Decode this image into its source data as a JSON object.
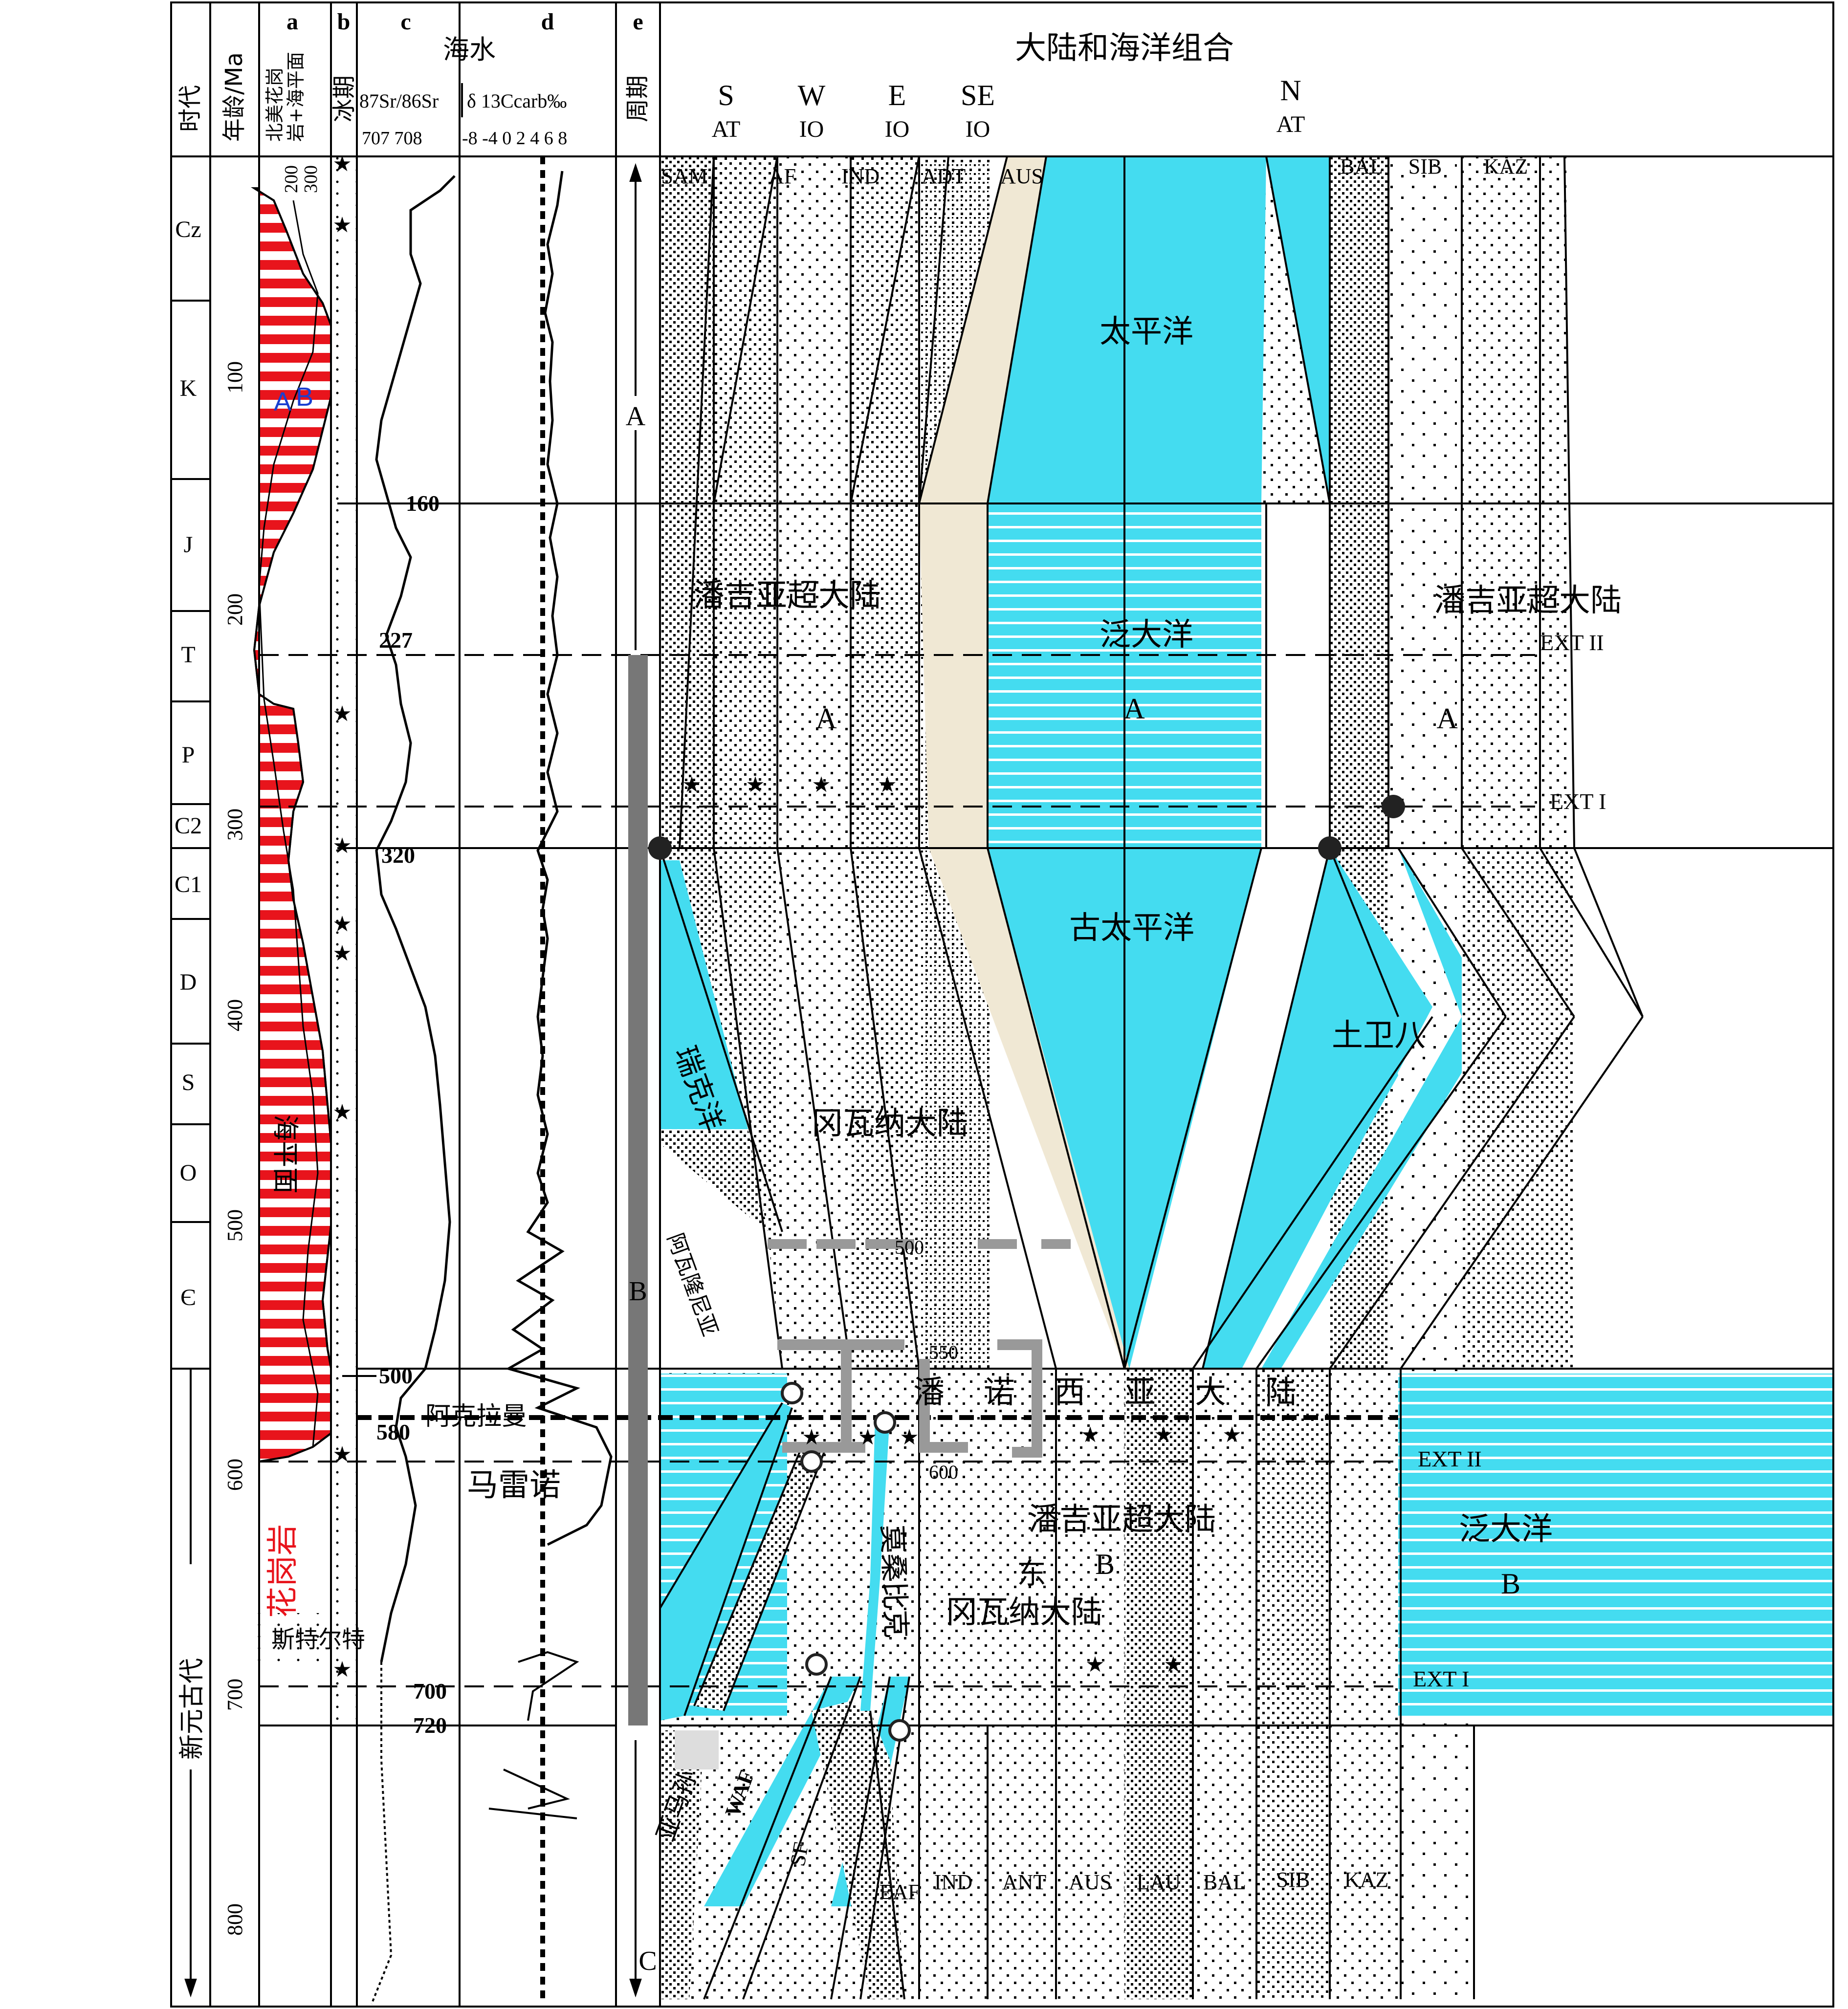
{
  "header": {
    "era": "时代",
    "age": "年龄/Ma",
    "col_a_letter": "a",
    "col_a_label1": "北美花岗",
    "col_a_label2": "岩+海平面",
    "col_b_letter": "b",
    "col_b_label": "冰期",
    "col_c_letter": "c",
    "col_d_letter": "d",
    "seawater": "海水",
    "sr_label": "87Sr/86Sr",
    "c13_label": "δ 13Ccarb‰",
    "sr_ticks": "707 708",
    "c13_ticks": "-8 -4 0 2 4 6 8",
    "col_e_letter": "e",
    "col_e_label": "周期",
    "assembly_title": "大陆和海洋组合",
    "directions": [
      {
        "dir": "S",
        "ocean": "AT"
      },
      {
        "dir": "W",
        "ocean": "IO"
      },
      {
        "dir": "E",
        "ocean": "IO"
      },
      {
        "dir": "SE",
        "ocean": "IO"
      },
      {
        "dir": "N",
        "ocean": "AT"
      }
    ],
    "scale_top": "200",
    "scale_bottom": "300"
  },
  "periods": [
    "Cz",
    "K",
    "J",
    "T",
    "P",
    "C2",
    "C1",
    "D",
    "S",
    "O",
    "Є"
  ],
  "neoproterozoic": "新元古代",
  "ages": [
    "100",
    "200",
    "300",
    "400",
    "500",
    "600",
    "700",
    "800"
  ],
  "sr_ages": [
    "160",
    "227",
    "320",
    "500",
    "580",
    "700",
    "720"
  ],
  "cycles": [
    "A",
    "B",
    "C"
  ],
  "top_labels": [
    "SAM",
    "AF",
    "IND",
    "ADT",
    "AUS",
    "BAL",
    "SIB",
    "KAZ"
  ],
  "bottom_labels": [
    "IND",
    "ANT",
    "AUS",
    "LAU",
    "BAL",
    "SIB",
    "KAZ"
  ],
  "regions": {
    "pacific": "太平洋",
    "panthalassa": "泛大洋",
    "pangea_left": "潘吉亚超大陆",
    "pangea_right": "潘吉亚超大陆",
    "paleo_pacific": "古太平洋",
    "tuwaiba": "土卫八",
    "rheic": "瑞克洋",
    "gondwana": "冈瓦纳大陆",
    "avalonia": "阿瓦隆尼亚",
    "pannotia": "潘诺西亚大陆",
    "pannotia_super": "潘吉亚超大陆",
    "east": "东",
    "east_gondwana": "冈瓦纳大陆",
    "mozambique": "莫桑比克",
    "panthalassa_b": "泛大洋",
    "letter_a_left": "A",
    "letter_a_mid": "A",
    "letter_a_right": "A",
    "letter_b_mid": "B",
    "letter_b_right": "B",
    "ab_a": "A",
    "ab_b": "B",
    "sea_level": "海平面",
    "granite": "花岗岩",
    "acraman": "阿克拉曼",
    "marinoan": "马雷诺",
    "sturtian": "斯特尔特",
    "amazonia": "亚马孙",
    "waf": "WAF",
    "sf": "SF",
    "eaf": "EAF",
    "ext2": "EXT II",
    "ext1": "EXT I",
    "ext2b": "EXT II",
    "ext1b": "EXT I",
    "lbl500": "500",
    "lbl550": "550",
    "lbl600": "600"
  },
  "colors": {
    "ocean": "#44dcf0",
    "australia": "#f0e8d4",
    "granite": "#e8141c",
    "cycle_bar": "#777777",
    "label_blue": "#1a3fd0",
    "label_red": "#e8141c"
  }
}
